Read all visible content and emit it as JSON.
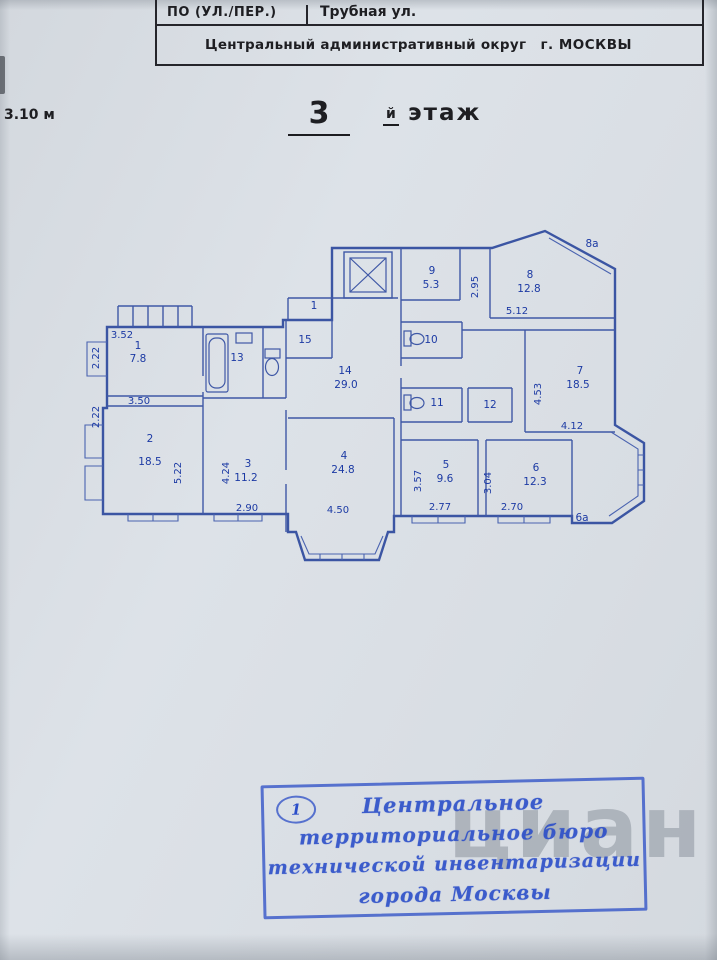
{
  "header": {
    "street_label": "ПО (УЛ./ПЕР.)",
    "street_value": "Трубная ул.",
    "district": "Центральный административный округ",
    "city": "г. МОСКВЫ"
  },
  "title": {
    "height_note": "3.10 м",
    "floor_number": "3",
    "floor_suffix": "й",
    "floor_word": "этаж"
  },
  "plan": {
    "rooms": [
      {
        "num": "1",
        "area": "7.8"
      },
      {
        "num": "2",
        "area": "18.5"
      },
      {
        "num": "3",
        "area": "11.2"
      },
      {
        "num": "4",
        "area": "24.8"
      },
      {
        "num": "5",
        "area": "9.6"
      },
      {
        "num": "6",
        "area": "12.3"
      },
      {
        "num": "7",
        "area": "18.5"
      },
      {
        "num": "8",
        "area": "12.8"
      },
      {
        "num": "9",
        "area": "5.3"
      },
      {
        "num": "14",
        "area": "29.0"
      }
    ],
    "small_rooms": [
      "10",
      "11",
      "12",
      "13",
      "15"
    ],
    "zones": [
      "1",
      "8а",
      "6а"
    ],
    "dims": [
      "3.52",
      "2.22",
      "3.50",
      "2.22",
      "5.22",
      "4.24",
      "2.90",
      "4.50",
      "3.57",
      "2.77",
      "3.04",
      "2.70",
      "4.53",
      "4.12",
      "5.12",
      "2.95"
    ]
  },
  "stamp": {
    "number": "1",
    "line1": "Центральное",
    "line2": "территориальное бюро",
    "line3": "технической инвентаризации",
    "line4": "города Москвы"
  },
  "watermark": "циан"
}
